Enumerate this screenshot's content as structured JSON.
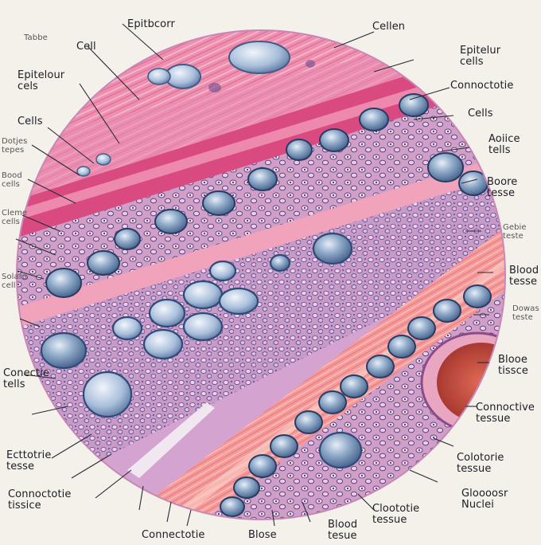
{
  "labels": {
    "top_center": "Epitbcorr",
    "top_right_cell": "Cellen",
    "left_cell": "Cell",
    "left_epithelium": "Epitelour\ncels",
    "left_cells": "Cells",
    "left_dotjes": "Dotjes\ntepes",
    "left_blood_cells": "Bood\ncells",
    "left_solar_cell": "Solara\ncell",
    "left_connective_cells": "Conectie\ntells",
    "left_ectotrie": "Ecttotrie\ntesse",
    "bottom_left_connective": "Connoctotie\ntissice",
    "bottom_center_connective": "Connectotie",
    "bottom_blood": "Blose",
    "bottom_blood_tissue": "Blood\ntesue",
    "right_epithelial": "Epitelur\ncells",
    "right_connective": "Connoctotie",
    "right_cells": "Cells",
    "right_aoria_cells": "Aoiice\ntells",
    "right_bioore_tissue": "Boore\ntesse",
    "right_blood_tissue": "Blood\ntesse",
    "right_bloooe_tissue": "Blooe\ntissce",
    "right_connective_tissue": "Connoctive\ntessue",
    "right_colottie_tissue": "Colotorie\ntessue",
    "right_clootorie_tissue": "Cloototie\ntessue",
    "right_nuclei": "Gloooosr\nNuclei",
    "small_top_left": "Tabbe",
    "small_left_1": "Cleme\ncells",
    "small_right_1": "Gebie\nteste",
    "small_right_2": "Dowas\nteste"
  },
  "colors": {
    "background": "#f4f1ea",
    "tissue_pink": "#e97fa4",
    "tissue_dark_pink": "#d8457a",
    "lilac": "#b889bf",
    "nucleus_blue": "#5d7ea6",
    "cell_light": "#d6e1ef",
    "blood_red": "#b8433a"
  }
}
